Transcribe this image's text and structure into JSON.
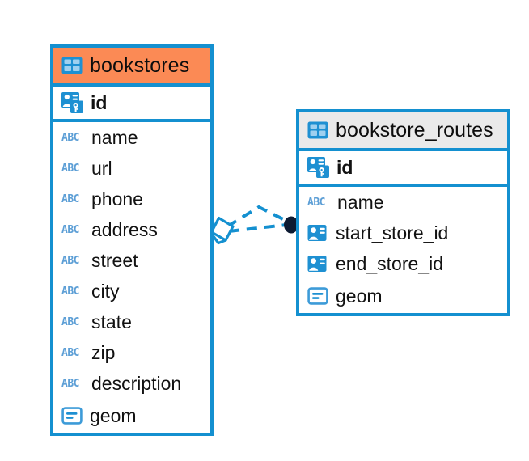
{
  "diagram": {
    "type": "entity-relationship-diagram",
    "colors": {
      "border_blue": "#1490d0",
      "selected_header_orange": "#fb8a55",
      "header_gray": "#eaeaea",
      "icon_blue": "#1e90d2",
      "abc_icon_blue": "#5d9fd6",
      "connector_blue": "#1490d0",
      "endpoint_dark": "#0d1b33",
      "canvas": "#ffffff"
    },
    "entities": [
      {
        "name": "bookstores",
        "selected": true,
        "header_icon": "table-icon",
        "columns": [
          {
            "name": "id",
            "icon": "primary-key-icon",
            "primary_key": true
          },
          {
            "name": "name",
            "icon": "abc-text-icon",
            "icon_label": "ABC"
          },
          {
            "name": "url",
            "icon": "abc-text-icon",
            "icon_label": "ABC"
          },
          {
            "name": "phone",
            "icon": "abc-text-icon",
            "icon_label": "ABC"
          },
          {
            "name": "address",
            "icon": "abc-text-icon",
            "icon_label": "ABC"
          },
          {
            "name": "street",
            "icon": "abc-text-icon",
            "icon_label": "ABC"
          },
          {
            "name": "city",
            "icon": "abc-text-icon",
            "icon_label": "ABC"
          },
          {
            "name": "state",
            "icon": "abc-text-icon",
            "icon_label": "ABC"
          },
          {
            "name": "zip",
            "icon": "abc-text-icon",
            "icon_label": "ABC"
          },
          {
            "name": "description",
            "icon": "abc-text-icon",
            "icon_label": "ABC"
          },
          {
            "name": "geom",
            "icon": "geometry-icon"
          }
        ]
      },
      {
        "name": "bookstore_routes",
        "selected": false,
        "header_icon": "table-icon",
        "columns": [
          {
            "name": "id",
            "icon": "primary-key-icon",
            "primary_key": true
          },
          {
            "name": "name",
            "icon": "abc-text-icon",
            "icon_label": "ABC"
          },
          {
            "name": "start_store_id",
            "icon": "reference-icon"
          },
          {
            "name": "end_store_id",
            "icon": "reference-icon"
          },
          {
            "name": "geom",
            "icon": "geometry-icon"
          }
        ]
      }
    ],
    "relationship": {
      "from_entity": "bookstores",
      "to_entity": "bookstore_routes",
      "style": "dashed",
      "source_marker": "diamond-handle",
      "target_marker": "filled-circle"
    }
  }
}
